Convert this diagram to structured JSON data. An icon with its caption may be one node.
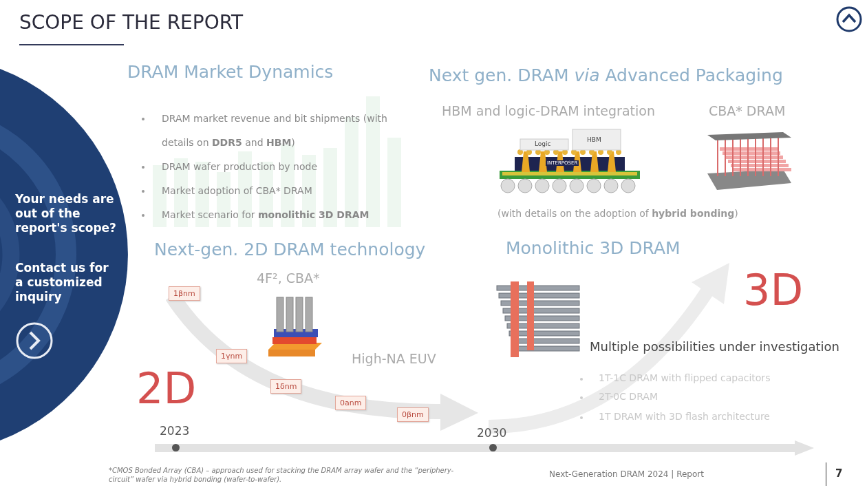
{
  "diagram": {
    "title": "SCOPE OF THE REPORT",
    "nodes": [
      {
        "text": [
          "Your needs are out of the report's scope?",
          "Contact us for a customized inquiry"
        ]
      },
      {
        "text": [
          "1βnm"
        ]
      },
      {
        "text": [
          "1γnm"
        ]
      },
      {
        "text": [
          "1δnm"
        ]
      },
      {
        "text": [
          "0anm"
        ]
      },
      {
        "text": [
          "0βnm"
        ]
      }
    ],
    "labels": [
      "DRAM Market Dynamics",
      "DRAM market revenue and bit shipments (with details on **DDR5** and **HBM**)",
      "DRAM wafer production by node",
      "Market adoption of CBA* DRAM",
      "Market scenario for **monolithic 3D DRAM**",
      "Next gen. DRAM *via* Advanced Packaging",
      "HBM and logic-DRAM integration",
      "CBA* DRAM",
      "Logic",
      "HBM",
      "INTERPOSER",
      "(with details on the adoption of **hybrid bonding**)",
      "Next-gen. 2D DRAM technology",
      "4F², CBA*",
      "High-NA EUV",
      "2D",
      "Monolithic 3D DRAM",
      "3D",
      "Multiple possibilities under investigation",
      "1T-1C DRAM with flipped capacitors",
      "2T-0C DRAM",
      "1T DRAM with 3D flash architecture",
      "2023",
      "2030",
      "*CMOS Bonded Array (CBA) – approach used for stacking the DRAM array wafer and the “periphery-circuit” wafer via hybrid bonding (wafer-to-wafer).",
      "Next-Generation DRAM 2024 | Report",
      "7"
    ]
  }
}
